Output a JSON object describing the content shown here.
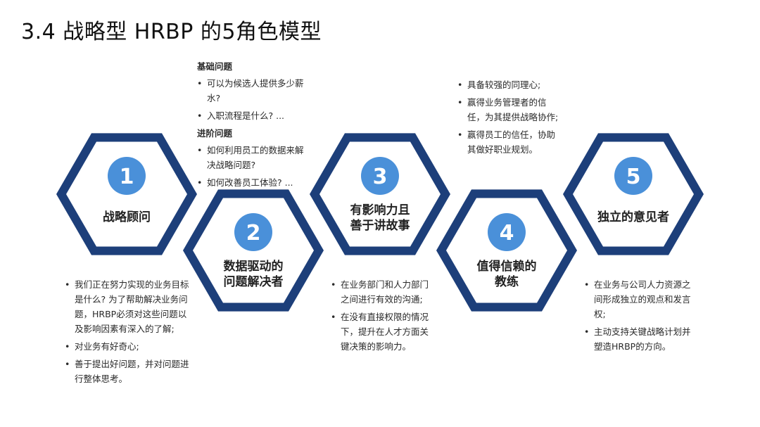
{
  "title": "3.4 战略型 HRBP 的5角色模型",
  "colors": {
    "hex_border": "#1d3f7a",
    "circle": "#4a90d9"
  },
  "roles": [
    {
      "num": "1",
      "lines": [
        "战略顾问"
      ]
    },
    {
      "num": "2",
      "lines": [
        "数据驱动的",
        "问题解决者"
      ]
    },
    {
      "num": "3",
      "lines": [
        "有影响力且",
        "善于讲故事"
      ]
    },
    {
      "num": "4",
      "lines": [
        "值得信赖的",
        "教练"
      ]
    },
    {
      "num": "5",
      "lines": [
        "独立的意见者"
      ]
    }
  ],
  "notes": {
    "role2_top": {
      "basic_head": "基础问题",
      "basic": [
        "可以为候选人提供多少薪水?",
        "入职流程是什么? ..."
      ],
      "adv_head": "进阶问题",
      "adv": [
        "如何利用员工的数据来解决战略问题?",
        "如何改善员工体验? ..."
      ]
    },
    "role4_top": [
      "具备较强的同理心;",
      "赢得业务管理者的信任，为其提供战略协作;",
      "赢得员工的信任，协助其做好职业规划。"
    ],
    "role1_bottom": [
      "我们正在努力实现的业务目标是什么? 为了帮助解决业务问题，HRBP必须对这些问题以及影响因素有深入的了解;",
      "对业务有好奇心;",
      "善于提出好问题，并对问题进行整体思考。"
    ],
    "role3_bottom": [
      "在业务部门和人力部门之间进行有效的沟通;",
      "在没有直接权限的情况下，提升在人才方面关键决策的影响力。"
    ],
    "role5_bottom": [
      "在业务与公司人力资源之间形成独立的观点和发言权;",
      "主动支持关键战略计划并塑造HRBP的方向。"
    ]
  }
}
